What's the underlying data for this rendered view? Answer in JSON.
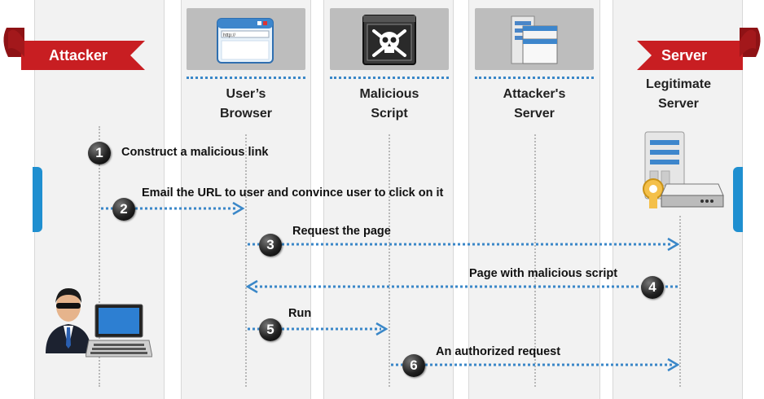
{
  "banners": {
    "left": "Attacker",
    "right": "Server"
  },
  "columns": [
    {
      "title_line1": "User’s",
      "title_line2": "Browser",
      "icon": "browser-window-icon",
      "icon_text": "http://"
    },
    {
      "title_line1": "Malicious",
      "title_line2": "Script",
      "icon": "skull-crossbones-icon"
    },
    {
      "title_line1": "Attacker's",
      "title_line2": "Server",
      "icon": "server-windows-icon"
    },
    {
      "title_line1": "Legitimate",
      "title_line2": "Server",
      "icon": "server-tower-icon"
    }
  ],
  "steps": [
    {
      "num": "1",
      "text": "Construct a malicious link"
    },
    {
      "num": "2",
      "text": "Email the URL to user and convince user to click on it"
    },
    {
      "num": "3",
      "text": "Request the page"
    },
    {
      "num": "4",
      "text": "Page with malicious script"
    },
    {
      "num": "5",
      "text": "Run"
    },
    {
      "num": "6",
      "text": "An authorized request"
    }
  ],
  "figures": {
    "attacker": "hacker-icon",
    "laptop": "laptop-icon"
  },
  "colors": {
    "banner_red": "#c81e22",
    "arrow_blue": "#3a87c8",
    "tab_blue": "#1f8fd0"
  }
}
